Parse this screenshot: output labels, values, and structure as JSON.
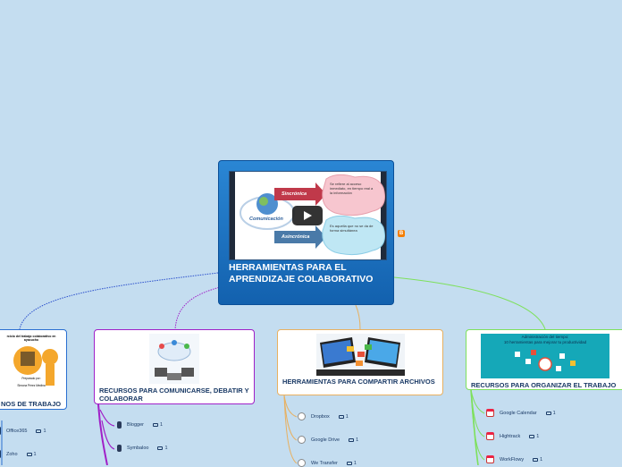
{
  "central": {
    "title": "HERRAMIENTAS PARA EL APRENDIZAJE COLABORATIVO",
    "thumbnail": {
      "label_sync": "Sincrónica",
      "label_async": "Asincrónica",
      "label_comm": "Comunicación",
      "bubble_sync": "Se refiere al acceso inmediato, en tiempo real a la información",
      "bubble_async": "Es aquella que no se da de forma simultánea"
    }
  },
  "branches": {
    "left": {
      "title": "NOS DE TRABAJO",
      "image_caption_top": "rcicio del trabajo colaborativo en ayacucho",
      "image_caption_name1": "Preparado por:",
      "image_caption_name2": "Simona Pérez Medina",
      "items": [
        {
          "label": "Office365",
          "count": "1"
        },
        {
          "label": "Zoho",
          "count": "1"
        }
      ]
    },
    "comunicarse": {
      "title": "RECURSOS PARA COMUNICARSE, DEBATIR Y COLABORAR",
      "items": [
        {
          "label": "Blogger",
          "count": "1"
        },
        {
          "label": "Symbaloo",
          "count": "1"
        }
      ]
    },
    "compartir": {
      "title": "HERRAMIENTAS PARA COMPARTIR ARCHIVOS",
      "items": [
        {
          "label": "Dropbox",
          "count": "1"
        },
        {
          "label": "Google Drive",
          "count": "1"
        },
        {
          "label": "We Transfer",
          "count": "1"
        }
      ]
    },
    "organizar": {
      "title": "RECURSOS PARA ORGANIZAR EL TRABAJO",
      "image_caption1": "Administración del tiempo:",
      "image_caption2": "10 herramientas para mejorar tu productividad",
      "items": [
        {
          "label": "Google Calendar",
          "count": "1"
        },
        {
          "label": "Hightrack",
          "count": "1"
        },
        {
          "label": "WorkFlowy",
          "count": "1"
        }
      ]
    }
  },
  "colors": {
    "background": "#c4ddf0",
    "central": "#1a6fc0",
    "left": "#2a6fd1",
    "comunicarse": "#a020c8",
    "compartir": "#e8b060",
    "organizar": "#7ee05c"
  }
}
